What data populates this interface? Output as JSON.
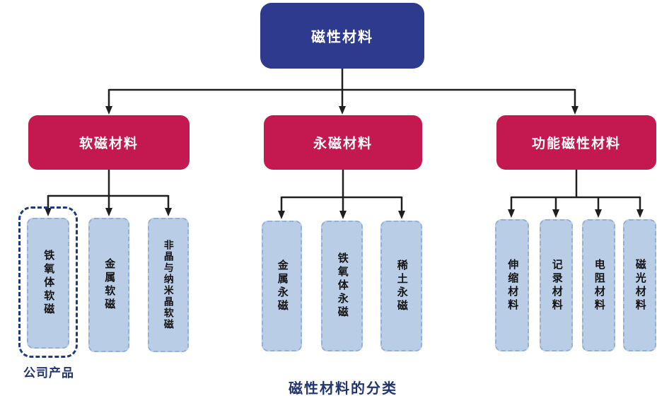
{
  "diagram": {
    "root": {
      "label": "磁性材料"
    },
    "branches": [
      {
        "label": "软磁材料",
        "children": [
          "铁氧体软磁",
          "金属软磁",
          "非晶与纳米晶软磁"
        ]
      },
      {
        "label": "永磁材料",
        "children": [
          "金属永磁",
          "铁氧体永磁",
          "稀土永磁"
        ]
      },
      {
        "label": "功能磁性材料",
        "children": [
          "伸缩材料",
          "记录材料",
          "电阻材料",
          "磁光材料"
        ]
      }
    ],
    "highlight_label": "公司产品",
    "caption": "磁性材料的分类",
    "colors": {
      "root_fill": "#2e3a8d",
      "branch_fill": "#c41850",
      "leaf_fill": "#b9cde6",
      "leaf_border": "#93b1d7",
      "highlight_border": "#1f3a7a",
      "connector_line": "#1f1f1f",
      "caption_text": "#22356e"
    }
  }
}
